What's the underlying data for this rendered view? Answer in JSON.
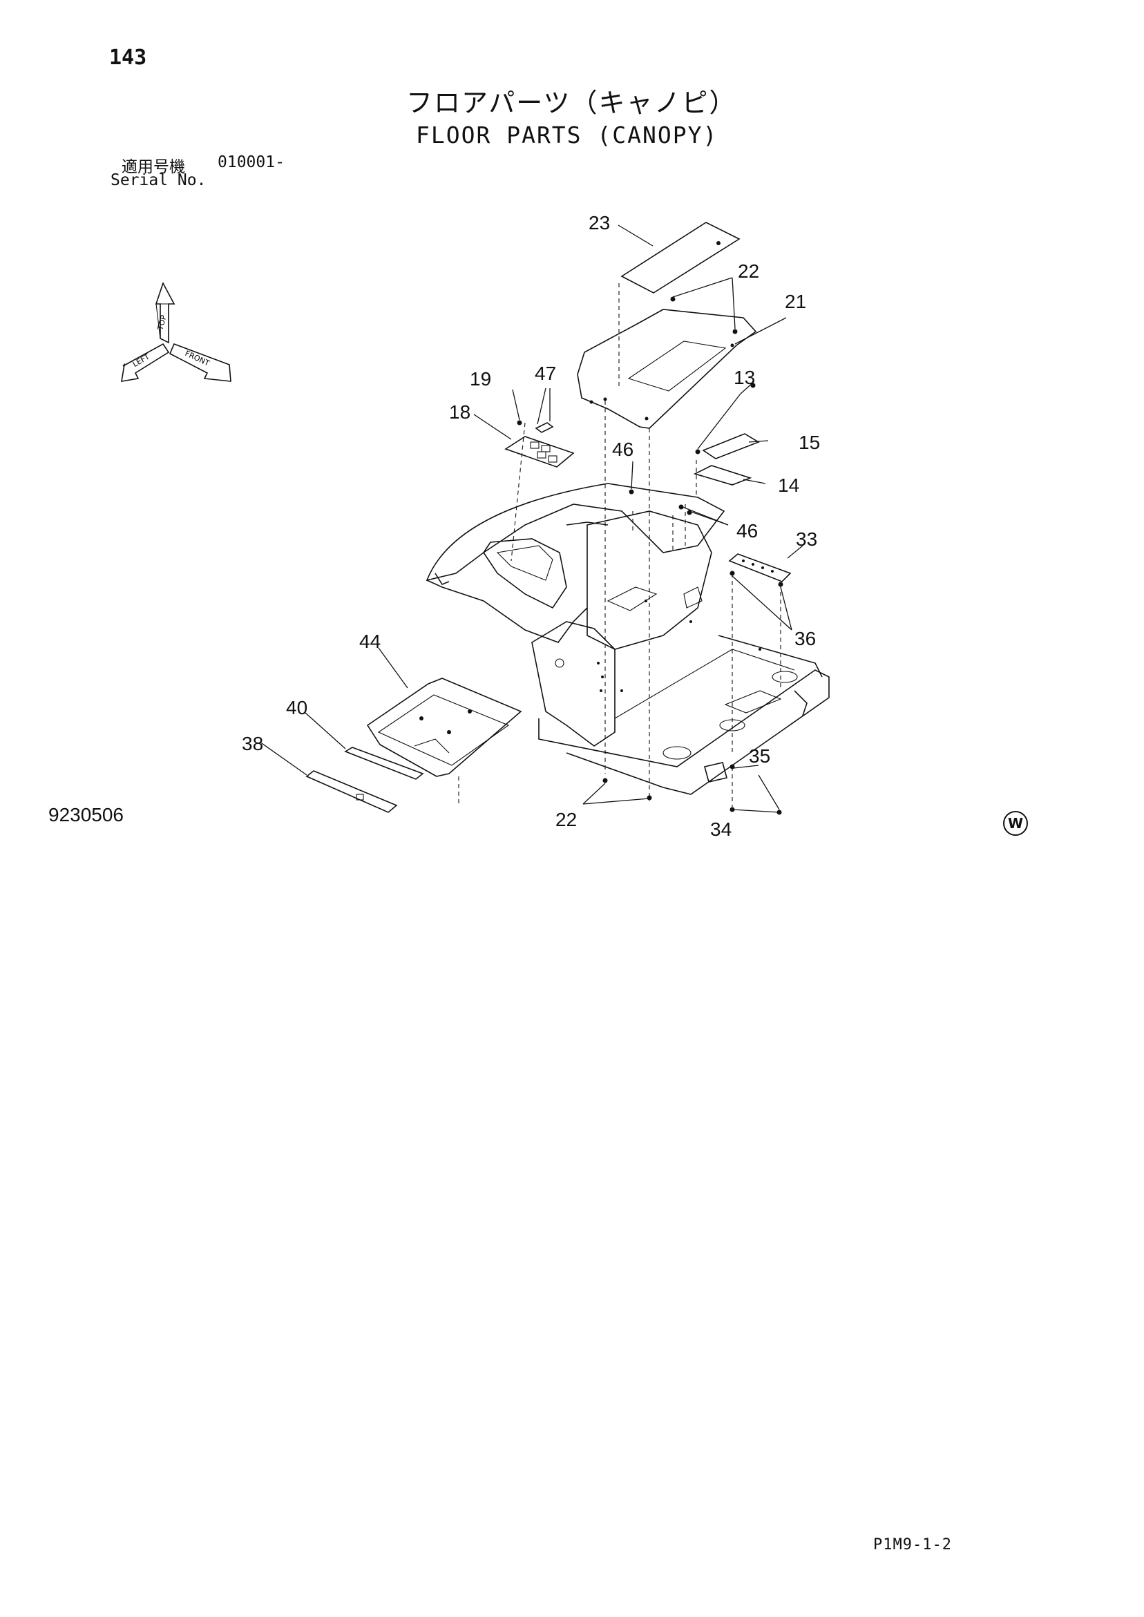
{
  "page": {
    "number": "143",
    "title_jp": "フロアパーツ（キャノピ）",
    "title_en": "FLOOR PARTS (CANOPY)",
    "serial_label_jp": "適用号機",
    "serial_value": "010001-",
    "serial_label_en": "Serial No.",
    "drawing_number": "9230506",
    "w_mark": "W",
    "footer_code": "P1M9-1-2"
  },
  "orientation_icon": {
    "arrows": [
      "LEFT",
      "FRONT",
      "TOP"
    ],
    "label_left": "LEFT",
    "label_front": "FRONT",
    "label_top": "TOP"
  },
  "callouts": {
    "c23": "23",
    "c22a": "22",
    "c21": "21",
    "c19": "19",
    "c47": "47",
    "c18": "18",
    "c13": "13",
    "c15": "15",
    "c46a": "46",
    "c14": "14",
    "c46b": "46",
    "c33": "33",
    "c44": "44",
    "c36": "36",
    "c40": "40",
    "c38": "38",
    "c35": "35",
    "c22b": "22",
    "c34": "34"
  }
}
